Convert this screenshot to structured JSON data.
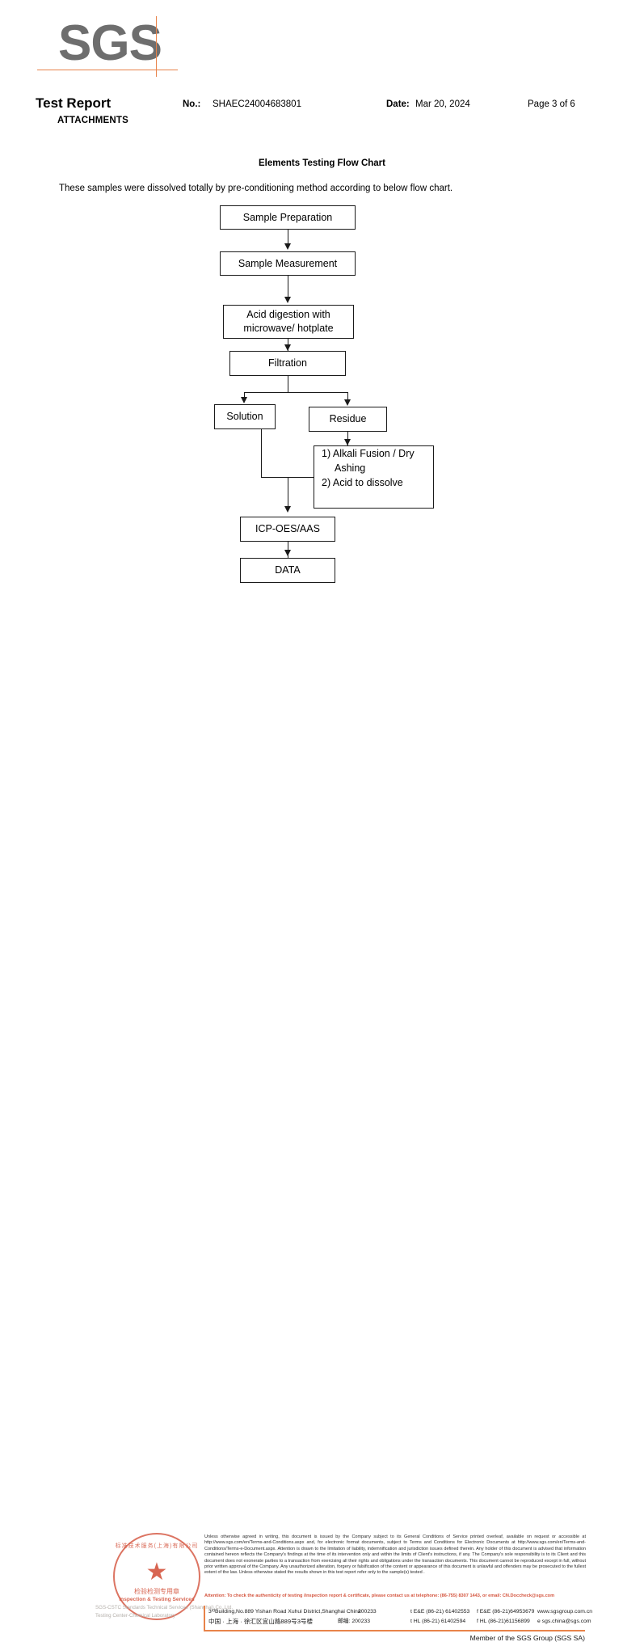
{
  "logo": {
    "wordmark": "SGS"
  },
  "header": {
    "title": "Test Report",
    "subtitle": "ATTACHMENTS",
    "no_label": "No.:",
    "no_value": "SHAEC24004683801",
    "date_label": "Date:",
    "date_value": "Mar 20, 2024",
    "page_value": "Page 3 of 6"
  },
  "section": {
    "title": "Elements Testing Flow Chart",
    "intro": "These samples were dissolved totally by pre-conditioning method according to below flow chart."
  },
  "chart_data": {
    "type": "diagram",
    "title": "Elements Testing Flow Chart",
    "nodes": [
      {
        "id": "sample_preparation",
        "label": "Sample Preparation"
      },
      {
        "id": "sample_measurement",
        "label": "Sample Measurement"
      },
      {
        "id": "acid_digestion",
        "label_line1": "Acid digestion with",
        "label_line2": "microwave/ hotplate"
      },
      {
        "id": "filtration",
        "label": "Filtration"
      },
      {
        "id": "solution",
        "label": "Solution"
      },
      {
        "id": "residue",
        "label": "Residue"
      },
      {
        "id": "alkali",
        "label_line1": "1) Alkali Fusion / Dry",
        "label_line2": "Ashing",
        "label_line3": "2) Acid to dissolve"
      },
      {
        "id": "icp",
        "label": "ICP-OES/AAS"
      },
      {
        "id": "data",
        "label": "DATA"
      }
    ],
    "edges": [
      {
        "from": "sample_preparation",
        "to": "sample_measurement"
      },
      {
        "from": "sample_measurement",
        "to": "acid_digestion"
      },
      {
        "from": "acid_digestion",
        "to": "filtration"
      },
      {
        "from": "filtration",
        "to": "solution"
      },
      {
        "from": "filtration",
        "to": "residue"
      },
      {
        "from": "residue",
        "to": "alkali"
      },
      {
        "from": "solution",
        "to": "icp"
      },
      {
        "from": "alkali",
        "to": "icp"
      },
      {
        "from": "icp",
        "to": "data"
      }
    ]
  },
  "stamp": {
    "cn_top": "标准技术服务(上海)有限公司",
    "star": "★",
    "cn_mid": "检验检测专用章",
    "en": "Inspection & Testing Services",
    "faint_line1": "SGS-CSTC Standards Technical Services (Shanghai) Co.,Ltd.",
    "faint_line2": "Testing Center-Chemical Laboratory"
  },
  "footer": {
    "legal": "Unless otherwise agreed in writing, this document is issued by the Company subject to its General Conditions of Service printed overleaf, available on request or accessible at http://www.sgs.com/en/Terms-and-Conditions.aspx and, for electronic format documents, subject to Terms and Conditions for Electronic Documents at http://www.sgs.com/en/Terms-and-Conditions/Terms-e-Document.aspx. Attention is drawn to the limitation of liability, indemnification and jurisdiction issues defined therein. Any holder of this document is advised that information contained hereon reflects the Company's findings at the time of its intervention only and within the limits of Client's instructions, if any. The Company's sole responsibility is to its Client and this document does not exonerate parties to a transaction from exercising all their rights and obligations under the transaction documents. This document cannot be reproduced except in full, without prior written approval of the Company. Any unauthorized alteration, forgery or falsification of the content or appearance of this document is unlawful and offenders may be prosecuted to the fullest extent of the law. Unless otherwise stated the results shown in this test report refer only to the sample(s) tested .",
    "attention": "Attention: To check the authenticity of testing /inspection report & certificate, please contact us at telephone: (86-755) 8307 1443, or email: CN.Doccheck@sgs.com",
    "address_en": "3ʳᵈBuilding,No.889 Yishan Road Xuhui District,Shanghai China",
    "address_cn": "中国 · 上海 · 徐汇区宜山路889号3号楼",
    "zip_en": "200233",
    "zip_cn": "邮编: 200233",
    "tel_en": "t E&E (86-21) 61402553",
    "tel_cn": "t HL (86-21) 61402594",
    "fax_en": "f E&E (86-21)64953679",
    "fax_cn": "f HL (86-21)61156899",
    "website": "www.sgsgroup.com.cn",
    "email": "e  sgs.china@sgs.com",
    "member": "Member of the SGS Group (SGS SA)"
  },
  "colors": {
    "sgs_orange": "#e8834a",
    "sgs_gray": "#6e6e6e",
    "stamp_red": "#d4553f"
  }
}
